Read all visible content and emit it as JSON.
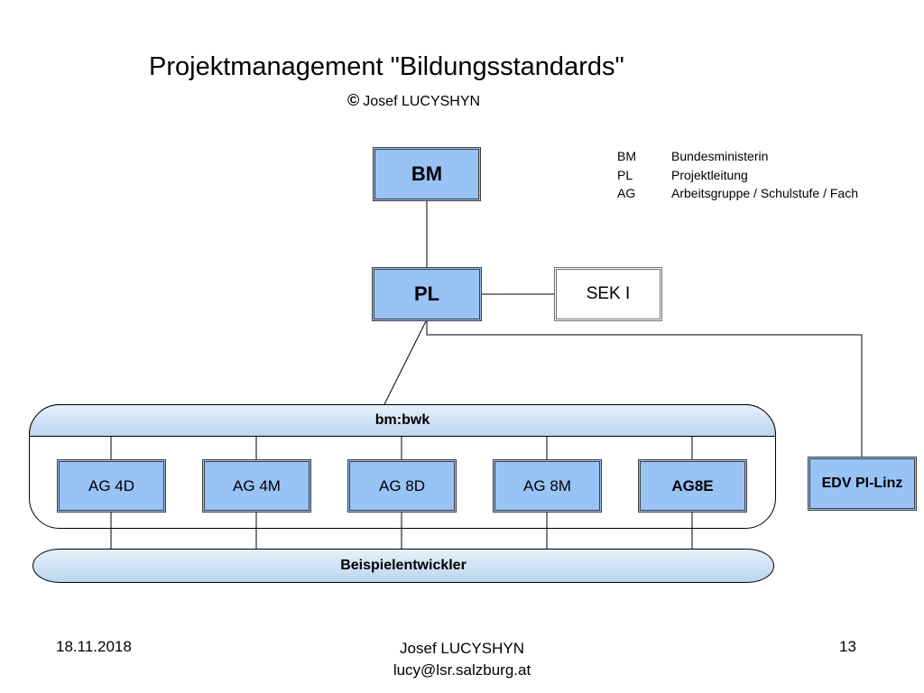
{
  "header": {
    "title": "Projektmanagement \"Bildungsstandards\"",
    "copyright_symbol": "©",
    "author": "Josef LUCYSHYN"
  },
  "diagram": {
    "bm": "BM",
    "pl": "PL",
    "sek": "SEK I",
    "group_label": "bm:bwk",
    "ag_boxes": [
      "AG 4D",
      "AG 4M",
      "AG 8D",
      "AG 8M",
      "AG8E"
    ],
    "edv": "EDV PI-Linz",
    "developers": "Beispielentwickler"
  },
  "legend": [
    {
      "abbr": "BM",
      "text": "Bundesministerin"
    },
    {
      "abbr": "PL",
      "text": "Projektleitung"
    },
    {
      "abbr": "AG",
      "text": "Arbeitsgruppe / Schulstufe / Fach"
    }
  ],
  "footer": {
    "date": "18.11.2018",
    "name": "Josef LUCYSHYN",
    "email": "lucy@lsr.salzburg.at",
    "page": "13"
  },
  "colors": {
    "box_fill": "#99c2f5",
    "band_fill": "#bcd5ef"
  }
}
